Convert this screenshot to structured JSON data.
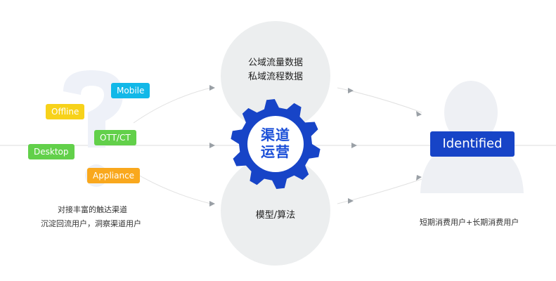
{
  "channels": {
    "mobile": "Mobile",
    "offline": "Offline",
    "ott_ct": "OTT/CT",
    "desktop": "Desktop",
    "appliance": "Appliance"
  },
  "left_caption": {
    "line1": "对接丰富的触达渠道",
    "line2": "沉淀回流用户，洞察渠道用户"
  },
  "center": {
    "top_line1": "公域流量数据",
    "top_line2": "私域流程数据",
    "gear_line1": "渠道",
    "gear_line2": "运营",
    "bottom": "模型/算法"
  },
  "right": {
    "identified_label": "Identified",
    "caption": "短期消费用户+长期消费用户"
  },
  "colors": {
    "mobile": "#12b8e8",
    "offline": "#f7d21a",
    "ott_ct": "#62d04a",
    "desktop": "#62d04a",
    "appliance": "#f9a81d",
    "gear": "#1744c7",
    "identified": "#1744c7"
  }
}
